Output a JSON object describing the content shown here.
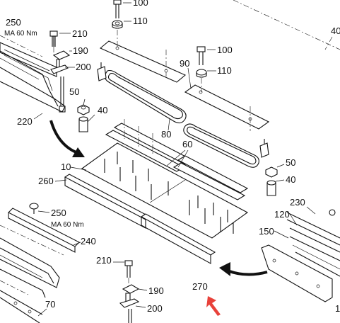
{
  "labels": {
    "l100a": "100",
    "l110a": "110",
    "l250a": "250",
    "l250a_torque": "MA 60 Nm",
    "l210a": "210",
    "l190a": "190",
    "l200a": "200",
    "l220": "220",
    "l50a": "50",
    "l40a": "40",
    "l80": "80",
    "l90": "90",
    "l100b": "100",
    "l110b": "110",
    "l40top": "40",
    "l60": "60",
    "l10": "10",
    "l260": "260",
    "l50b": "50",
    "l40b": "40",
    "l230": "230",
    "l120": "120",
    "l150": "150",
    "l250b": "250",
    "l250b_torque": "MA 60 Nm",
    "l240": "240",
    "l210b": "210",
    "l190b": "190",
    "l200b": "200",
    "l270": "270",
    "l70": "70",
    "l1": "1"
  },
  "colors": {
    "ink": "#111111",
    "arrow": "#111111",
    "pointer": "#e8413a"
  }
}
